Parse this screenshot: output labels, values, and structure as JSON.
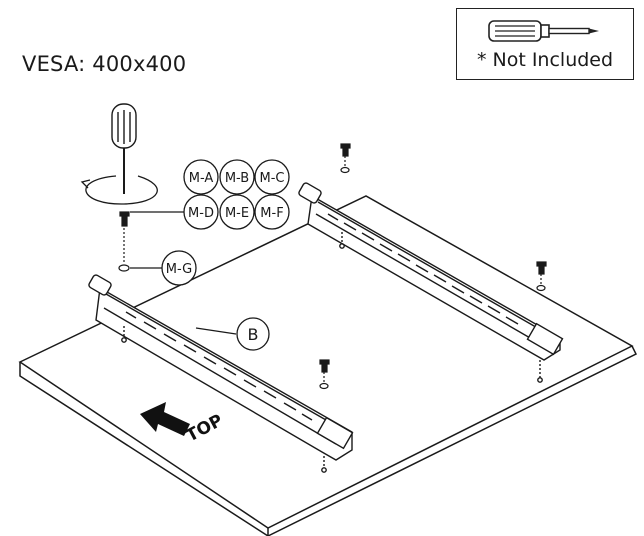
{
  "title": "VESA: 400x400",
  "legend": {
    "icon": "screwdriver-icon",
    "text": "* Not Included"
  },
  "labels": {
    "screws_row1": [
      "M-A",
      "M-B",
      "M-C"
    ],
    "screws_row2": [
      "M-D",
      "M-E",
      "M-F"
    ],
    "washer": "M-G",
    "bracket": "B",
    "direction": "TOP"
  },
  "colors": {
    "line": "#1a1a1a",
    "panel": "#ffffff",
    "arrow": "#111111"
  }
}
